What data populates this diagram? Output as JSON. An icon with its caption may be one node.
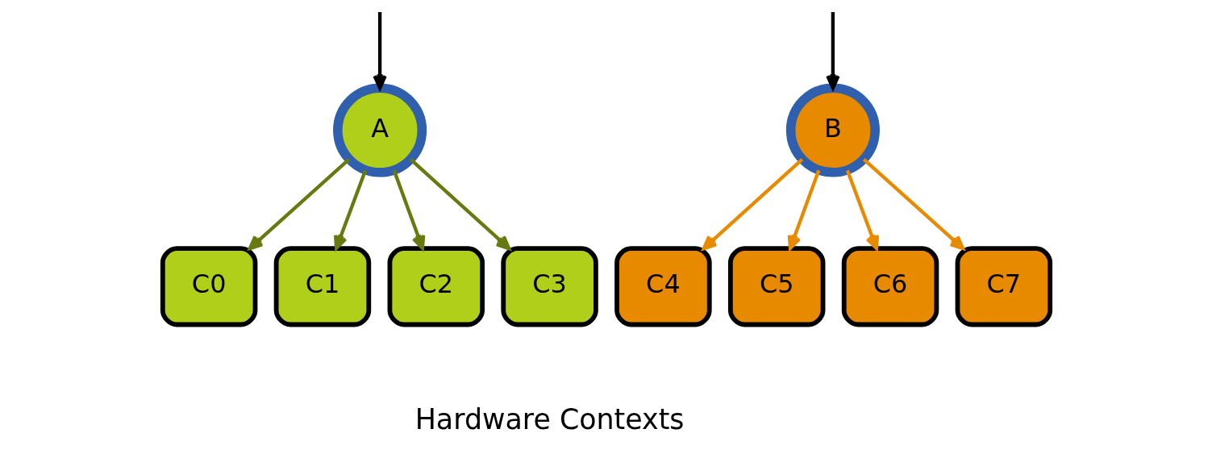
{
  "diagram": {
    "nodes": [
      {
        "text": [
          "A"
        ]
      },
      {
        "text": [
          "B"
        ]
      },
      {
        "text": [
          "C0"
        ]
      },
      {
        "text": [
          "C1"
        ]
      },
      {
        "text": [
          "C2"
        ]
      },
      {
        "text": [
          "C3"
        ]
      },
      {
        "text": [
          "C4"
        ]
      },
      {
        "text": [
          "C5"
        ]
      },
      {
        "text": [
          "C6"
        ]
      },
      {
        "text": [
          "C7"
        ]
      }
    ],
    "edges": [
      {
        "from": null,
        "to": 0,
        "arrow": "to",
        "color": "#000000"
      },
      {
        "from": null,
        "to": 1,
        "arrow": "to",
        "color": "#000000"
      },
      {
        "from": 0,
        "to": 2,
        "arrow": "to",
        "color": "#667a10"
      },
      {
        "from": 0,
        "to": 3,
        "arrow": "to",
        "color": "#667a10"
      },
      {
        "from": 0,
        "to": 4,
        "arrow": "to",
        "color": "#667a10"
      },
      {
        "from": 0,
        "to": 5,
        "arrow": "to",
        "color": "#667a10"
      },
      {
        "from": 1,
        "to": 6,
        "arrow": "to",
        "color": "#e88a00"
      },
      {
        "from": 1,
        "to": 7,
        "arrow": "to",
        "color": "#e88a00"
      },
      {
        "from": 1,
        "to": 8,
        "arrow": "to",
        "color": "#e88a00"
      },
      {
        "from": 1,
        "to": 9,
        "arrow": "to",
        "color": "#e88a00"
      }
    ],
    "labels": [
      "Hardware Contexts"
    ]
  }
}
